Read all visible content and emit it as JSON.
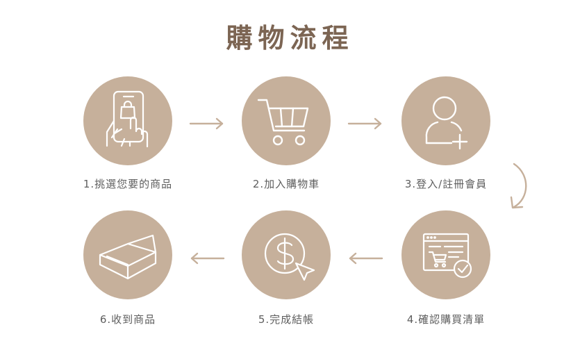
{
  "title": "購物流程",
  "steps": [
    {
      "label": "1.挑選您要的商品",
      "icon": "phone-shopping-bag-icon"
    },
    {
      "label": "2.加入購物車",
      "icon": "shopping-cart-icon"
    },
    {
      "label": "3.登入/註冊會員",
      "icon": "user-add-icon"
    },
    {
      "label": "4.確認購買清單",
      "icon": "browser-cart-check-icon"
    },
    {
      "label": "5.完成結帳",
      "icon": "dollar-cursor-icon"
    },
    {
      "label": "6.收到商品",
      "icon": "package-box-icon"
    }
  ],
  "colors": {
    "title": "#7c6553",
    "circle": "#c6b09b",
    "arrow": "#c6b09b",
    "label": "#5e5e5e",
    "icon": "#ffffff"
  }
}
